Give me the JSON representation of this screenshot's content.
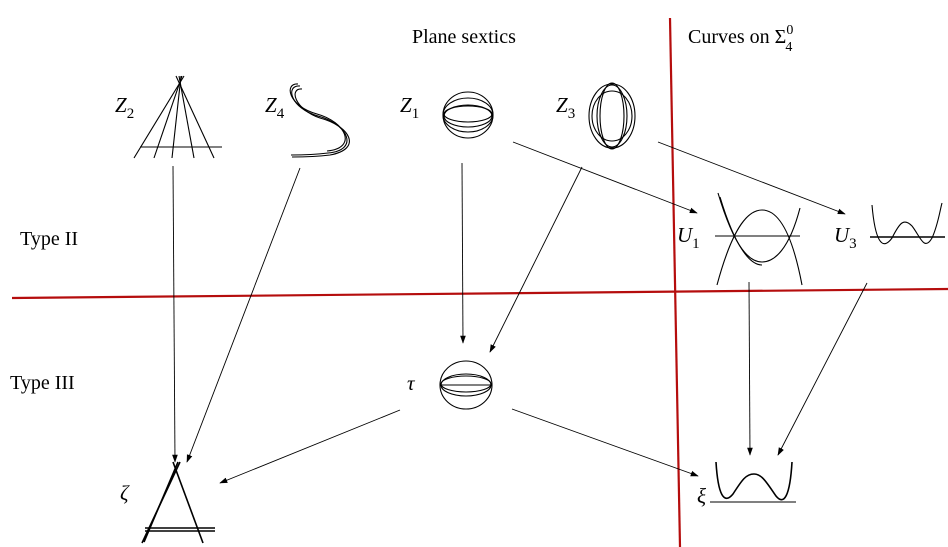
{
  "headers": {
    "plane_sextics": "Plane sextics",
    "curves_on_prefix": "Curves on ",
    "curves_on_symbol": "Σ",
    "curves_on_sub": "4",
    "curves_on_sup": "0"
  },
  "rows": {
    "type_ii": "Type II",
    "type_iii": "Type III"
  },
  "labels": {
    "z2": {
      "base": "Z",
      "sub": "2"
    },
    "z4": {
      "base": "Z",
      "sub": "4"
    },
    "z1": {
      "base": "Z",
      "sub": "1"
    },
    "z3": {
      "base": "Z",
      "sub": "3"
    },
    "u1": {
      "base": "U",
      "sub": "1"
    },
    "u3": {
      "base": "U",
      "sub": "3"
    },
    "tau": "τ",
    "zeta": "ζ",
    "xi": "ξ"
  },
  "colors": {
    "divider": "#b50d0d",
    "ink": "#000000"
  }
}
